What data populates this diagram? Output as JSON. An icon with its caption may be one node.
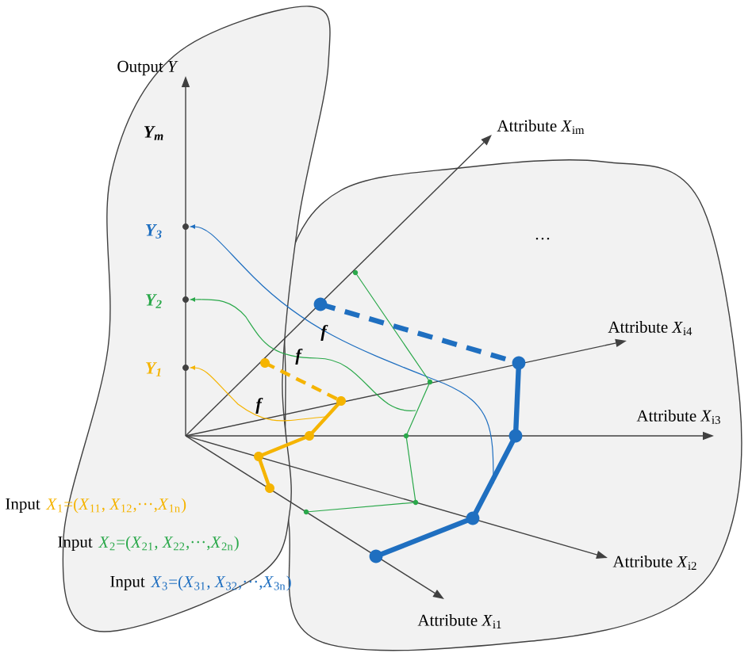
{
  "diagram": {
    "labels": [
      "Output *Y*",
      "Y$_{m}$",
      "Y$_{3}$",
      "Y$_{2}$",
      "Y$_{1}$",
      "Attribute *X*$_{im}$",
      "···",
      "f",
      "Attribute *X*$_{i4}$",
      "f",
      "f",
      "Attribute *X*$_{i3}$",
      "Input",
      "*X*$_{1}$=(*X*$_{11}$, *X*$_{12}$,···,*X*$_{1n}$)",
      "Attribute *X*$_{i2}$",
      "Input",
      "*X*$_{2}$=(*X*$_{21}$, *X*$_{22}$,···,*X*$_{2n}$)",
      "Input",
      "*X*$_{3}$=(*X*$_{31}$, *X*$_{32}$,···,*X*$_{3n}$)",
      "Attribute *X*$_{i1}$"
    ]
  }
}
